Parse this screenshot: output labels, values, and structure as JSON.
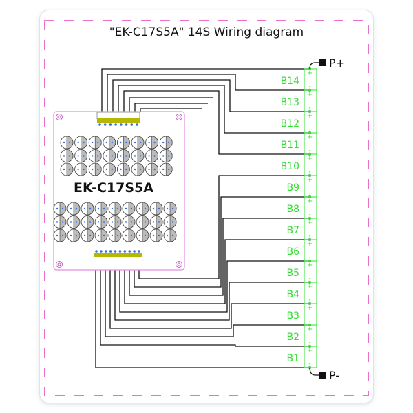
{
  "title": "\"EK-C17S5A\"  14S Wiring diagram",
  "board": {
    "model": "EK-C17S5A",
    "top_pins": 8,
    "bottom_pins": 10
  },
  "terminals": {
    "positive": "P+",
    "negative": "P-"
  },
  "cells": [
    "B14",
    "B13",
    "B12",
    "B11",
    "B10",
    "B9",
    "B8",
    "B7",
    "B6",
    "B5",
    "B4",
    "B3",
    "B2",
    "B1"
  ],
  "cell_plus": "+",
  "cell_minus": "-",
  "colors": {
    "cell": "#33dd33",
    "frame": "#e040c0",
    "wire": "#111111",
    "connector": "#b5b800",
    "pin": "#3a6fd0"
  }
}
